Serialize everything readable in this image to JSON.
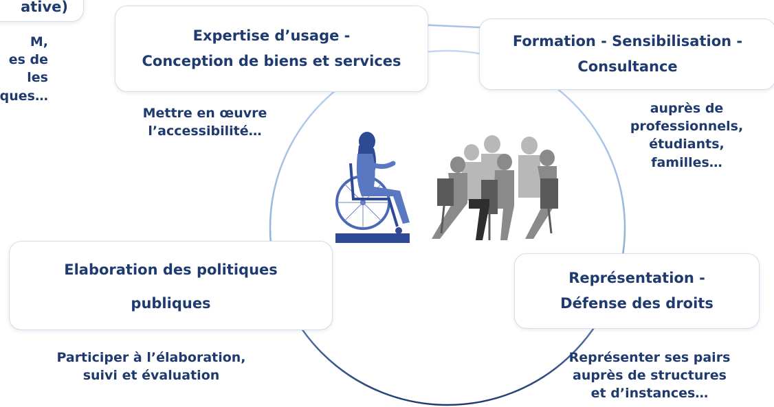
{
  "boxes": {
    "partial_top_left": {
      "lines": [
        "ative)"
      ]
    },
    "expertise": {
      "lines": [
        "Expertise d’usage -",
        "Conception de biens et services"
      ]
    },
    "formation": {
      "lines": [
        "Formation - Sensibilisation -",
        "Consultance"
      ]
    },
    "elaboration": {
      "lines": [
        "Elaboration des politiques",
        "publiques"
      ]
    },
    "representation": {
      "lines": [
        "Représentation -",
        "Défense des droits"
      ]
    }
  },
  "captions": {
    "top_left_partial": [
      "M,",
      "es de",
      "les",
      "ques…"
    ],
    "expertise": [
      "Mettre en œuvre",
      "l’accessibilité…"
    ],
    "formation": [
      "auprès de",
      "professionnels,",
      "étudiants,",
      "familles…"
    ],
    "elaboration": [
      "Participer à l’élaboration,",
      "suivi et évaluation"
    ],
    "representation": [
      "Représenter ses pairs",
      "auprès de structures",
      "et d’instances…"
    ]
  },
  "colors": {
    "title_text": "#1f3a6e",
    "caption_text": "#2a4a86",
    "ring_top": "#a9c3e6",
    "ring_bottom": "#1f3a6e",
    "wheelchair_user": "#4a68b3",
    "audience": "#8a8a8a"
  },
  "illustration": {
    "icon": "wheelchair-speaker-audience-icon"
  }
}
